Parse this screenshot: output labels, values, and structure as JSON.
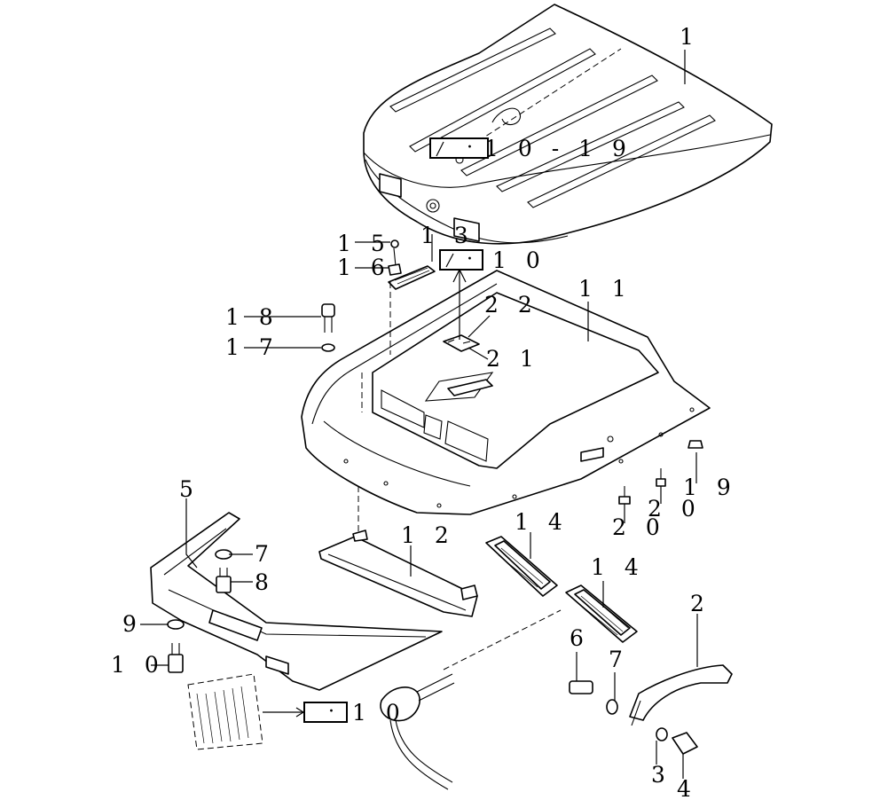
{
  "callouts": {
    "c1": "1",
    "c11": "1 1",
    "c13": "1 3",
    "c15": "1 5",
    "c16": "1 6",
    "c18": "1 8",
    "c17": "1 7",
    "c22": "2 2",
    "c21": "2 1",
    "c19": "1 9",
    "c20a": "2 0",
    "c20b": "2 0",
    "c5": "5",
    "c7a": "7",
    "c8": "8",
    "c9": "9",
    "c10": "1 0",
    "c12": "1 2",
    "c14a": "1 4",
    "c14b": "1 4",
    "c2": "2",
    "c6": "6",
    "c7b": "7",
    "c3": "3",
    "c4": "4"
  },
  "references": {
    "ref_top": "1 0 - 1 9",
    "ref_mid": "1 0",
    "ref_bottom": "1 0",
    "box_mark": "·"
  }
}
